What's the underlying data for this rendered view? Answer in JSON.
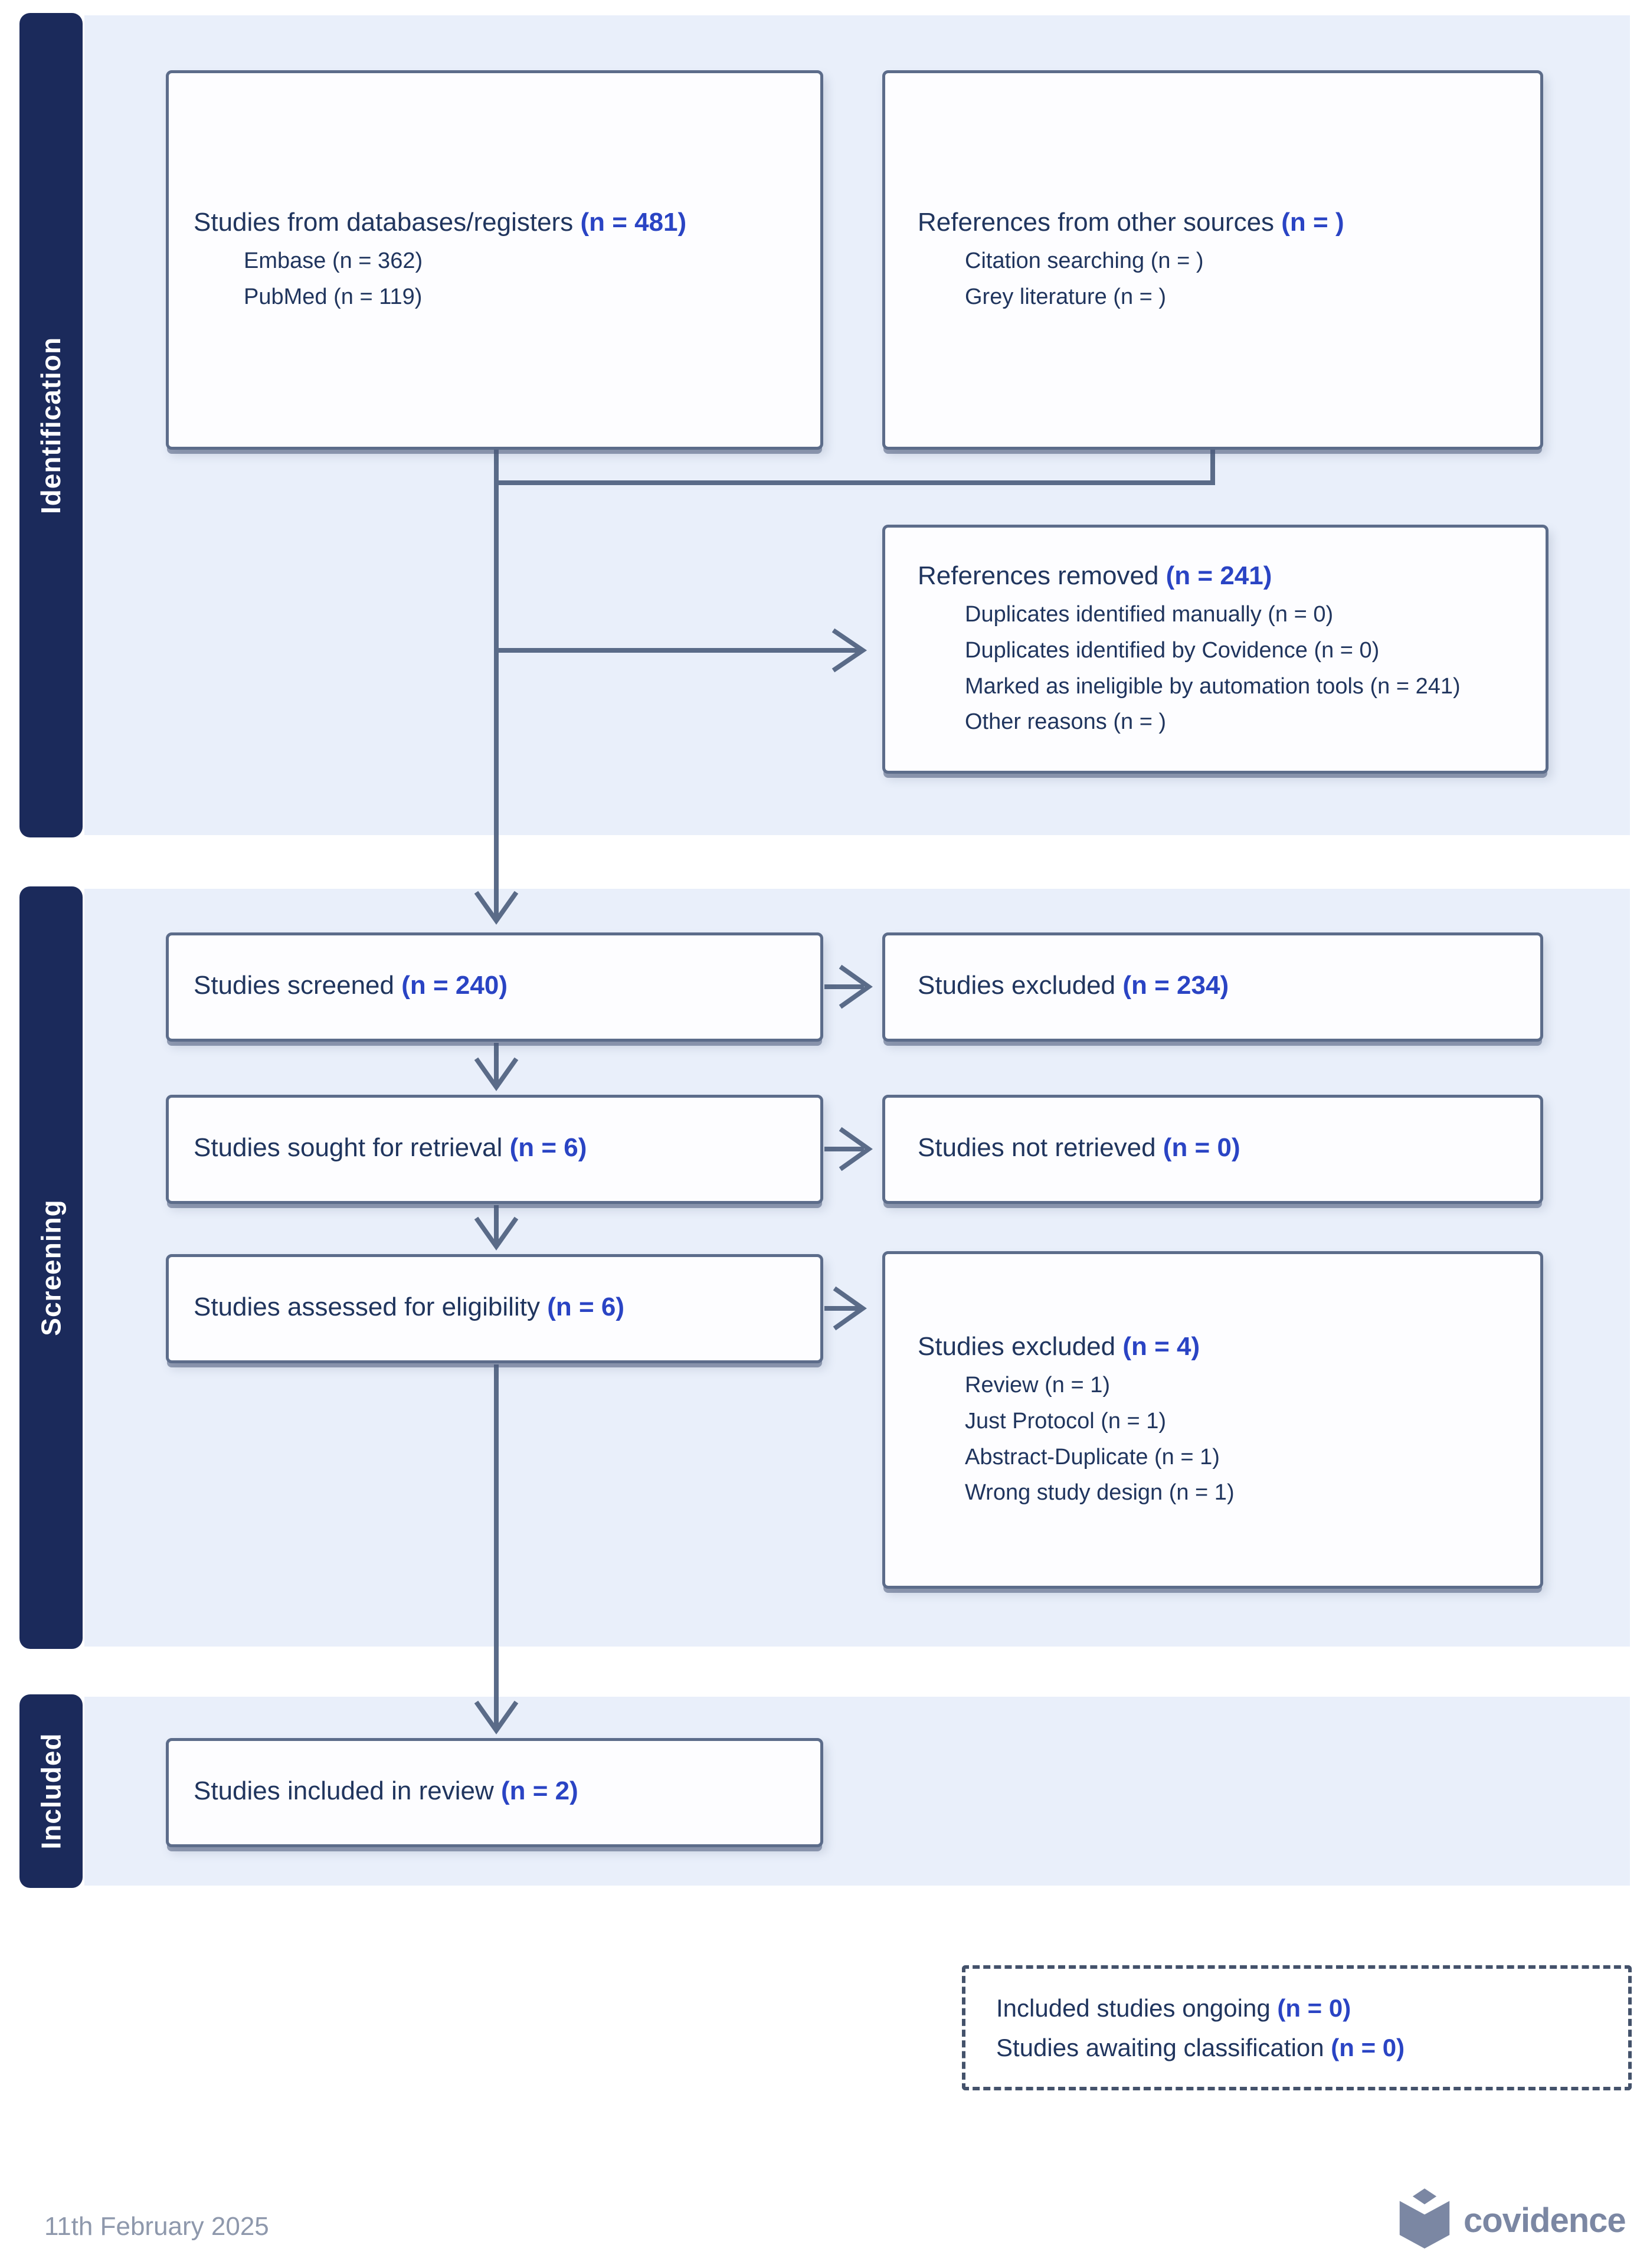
{
  "colors": {
    "navy": "#1B2A5B",
    "accent_blue": "#2A44C4",
    "band_blue": "#E9EFFA",
    "box_border": "#5C6C8A",
    "arrow": "#5A6B88",
    "text": "#20355E",
    "footer_gray": "#8E98AC",
    "logo_gray": "#7B87A3"
  },
  "sections": [
    {
      "label": "Identification"
    },
    {
      "label": "Screening"
    },
    {
      "label": "Included"
    }
  ],
  "boxes": {
    "databases": {
      "title": "Studies from databases/registers",
      "n": "(n = 481)",
      "items": [
        "Embase (n = 362)",
        "PubMed (n = 119)"
      ]
    },
    "other_sources": {
      "title": "References from other sources",
      "n": "(n =  )",
      "items": [
        "Citation searching (n = )",
        "Grey literature (n = )"
      ]
    },
    "references_removed": {
      "title": "References removed",
      "n": "(n = 241)",
      "items": [
        "Duplicates identified manually (n = 0)",
        "Duplicates identified by Covidence (n = 0)",
        "Marked as ineligible by automation tools (n = 241)",
        "Other reasons (n = )"
      ]
    },
    "screened": {
      "title": "Studies screened",
      "n": "(n = 240)"
    },
    "excluded_screening": {
      "title": "Studies excluded",
      "n": "(n = 234)"
    },
    "sought": {
      "title": "Studies sought for retrieval",
      "n": "(n = 6)"
    },
    "not_retrieved": {
      "title": "Studies not retrieved",
      "n": "(n = 0)"
    },
    "assessed": {
      "title": "Studies assessed for eligibility",
      "n": "(n = 6)"
    },
    "excluded_eligibility": {
      "title": "Studies excluded",
      "n": "(n = 4)",
      "items": [
        "Review (n = 1)",
        "Just Protocol (n = 1)",
        "Abstract-Duplicate (n = 1)",
        "Wrong study design (n = 1)"
      ]
    },
    "included": {
      "title": "Studies included in review",
      "n": "(n = 2)"
    },
    "awaiting": {
      "lines": [
        {
          "text": "Included studies ongoing",
          "n": "(n = 0)"
        },
        {
          "text": "Studies awaiting classification",
          "n": "(n = 0)"
        }
      ]
    }
  },
  "footer": {
    "date": "11th February 2025",
    "logo_text": "covidence"
  }
}
